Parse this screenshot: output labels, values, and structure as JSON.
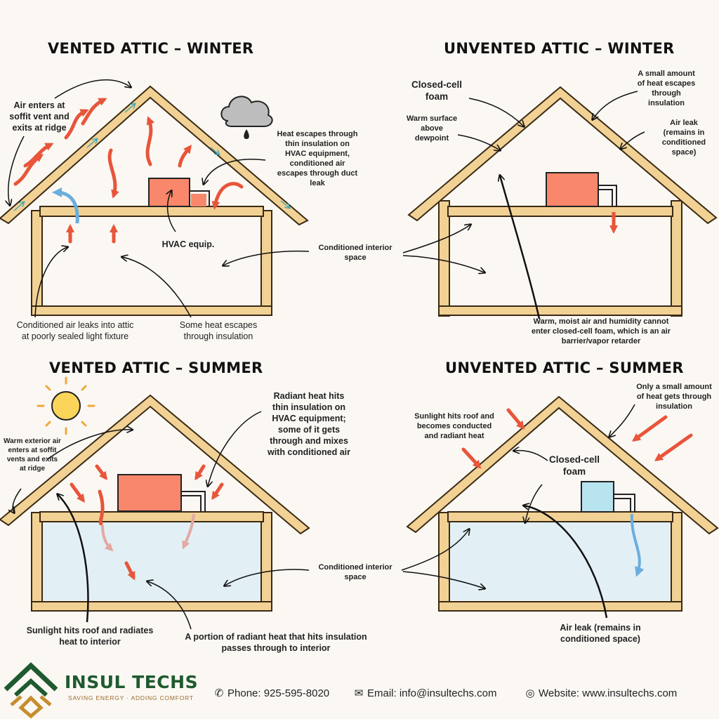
{
  "panels": {
    "vw": {
      "title": "VENTED ATTIC – WINTER",
      "air_enters": "Air enters at\nsoffit vent and\nexits at ridge",
      "heat_escapes": "Heat escapes through\nthin insulation on\nHVAC equipment,\nconditioned air\nescapes through duct\nleak",
      "hvac": "HVAC equip.",
      "conditioned": "Conditioned interior\nspace",
      "light_fixture": "Conditioned air leaks into attic\nat poorly sealed light fixture",
      "some_heat": "Some heat escapes\nthrough insulation"
    },
    "uw": {
      "title": "UNVENTED ATTIC – WINTER",
      "closed_cell": "Closed-cell\nfoam",
      "small_amount": "A small amount\nof heat escapes\nthrough\ninsulation",
      "warm_surface": "Warm surface\nabove\ndewpoint",
      "air_leak": "Air leak\n(remains in\nconditioned\nspace)",
      "moist_air": "Warm, moist air and humidity cannot\nenter closed-cell foam, which is an air\nbarrier/vapor retarder"
    },
    "vs": {
      "title": "VENTED ATTIC – SUMMER",
      "warm_exterior": "Warm exterior air\nenters at soffit\nvents and exits\nat ridge",
      "radiant_heat": "Radiant heat hits\nthin insulation on\nHVAC equipment;\nsome of it gets\nthrough and mixes\nwith conditioned air",
      "conditioned": "Conditioned interior\nspace",
      "sunlight": "Sunlight hits roof and radiates\nheat to interior",
      "portion": "A portion of radiant heat that hits insulation\npasses through to interior"
    },
    "us": {
      "title": "UNVENTED ATTIC – SUMMER",
      "only_small": "Only a small amount\nof heat gets through\ninsulation",
      "sunlight": "Sunlight hits roof and\nbecomes conducted\nand radiant heat",
      "closed_cell": "Closed-cell\nfoam",
      "air_leak": "Air leak (remains in\nconditioned space)"
    }
  },
  "footer": {
    "brand": "INSUL TECHS",
    "tagline": "SAVING ENERGY · ADDING COMFORT",
    "phone": "Phone: 925-595-8020",
    "email": "Email: info@insultechs.com",
    "website": "Website: www.insultechs.com",
    "phone_icon": "phone-icon",
    "email_icon": "email-icon",
    "web_icon": "globe-icon"
  },
  "colors": {
    "wood": "#f2d194",
    "wood_edge": "#3a2a14",
    "hot_arrow": "#e8553a",
    "cool_arrow": "#6aaede",
    "hvac": "#f9876b",
    "hvac_cool": "#b8e4ef",
    "conditioned_fill": "#e2f0f6",
    "brand_green": "#1f5a2e",
    "brand_gold": "#c58d2c"
  }
}
